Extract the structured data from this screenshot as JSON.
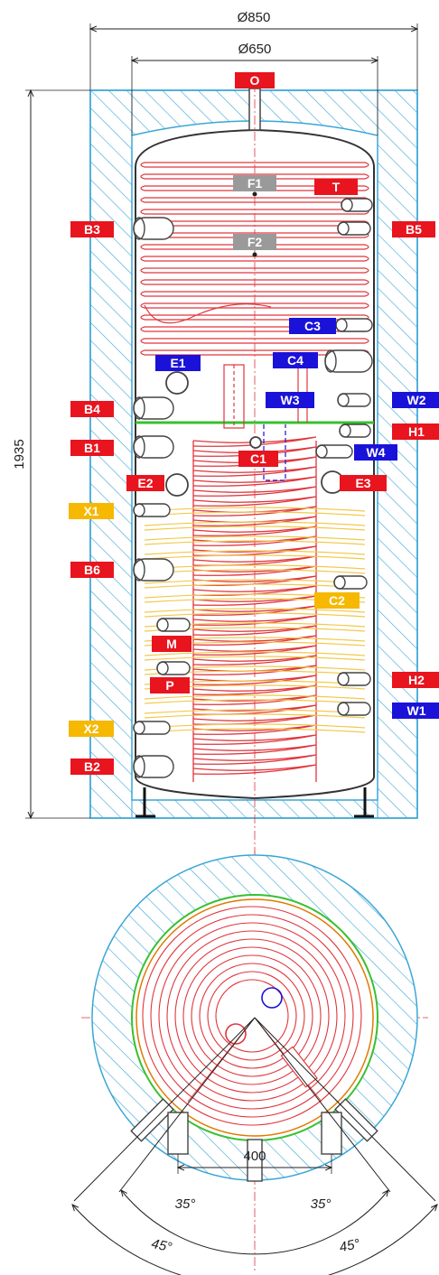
{
  "dimensions": {
    "outer_diameter": "Ø850",
    "inner_diameter": "Ø650",
    "height": "1935",
    "connection_spacing": "400",
    "angle_inner_left": "35°",
    "angle_inner_right": "35°",
    "angle_outer_left": "45°",
    "angle_outer_right": "45°"
  },
  "colors": {
    "red_label": "#e8141e",
    "blue_label": "#1a12d8",
    "gray_label": "#9a9a9a",
    "yellow_label": "#f6b800",
    "insulation": "#3aa6d6",
    "coil_red": "#e0363c",
    "coil_yellow": "#f2c94c",
    "divider_green": "#38c030"
  },
  "labels": [
    {
      "text": "O",
      "color": "red"
    },
    {
      "text": "F1",
      "color": "gray"
    },
    {
      "text": "T",
      "color": "red"
    },
    {
      "text": "B3",
      "color": "red"
    },
    {
      "text": "B5",
      "color": "red"
    },
    {
      "text": "F2",
      "color": "gray"
    },
    {
      "text": "C3",
      "color": "blue"
    },
    {
      "text": "E1",
      "color": "blue"
    },
    {
      "text": "C4",
      "color": "blue"
    },
    {
      "text": "W3",
      "color": "blue"
    },
    {
      "text": "W2",
      "color": "blue"
    },
    {
      "text": "B4",
      "color": "red"
    },
    {
      "text": "H1",
      "color": "red"
    },
    {
      "text": "B1",
      "color": "red"
    },
    {
      "text": "C1",
      "color": "red"
    },
    {
      "text": "W4",
      "color": "blue"
    },
    {
      "text": "E2",
      "color": "red"
    },
    {
      "text": "E3",
      "color": "red"
    },
    {
      "text": "X1",
      "color": "yellow"
    },
    {
      "text": "B6",
      "color": "red"
    },
    {
      "text": "C2",
      "color": "yellow"
    },
    {
      "text": "M",
      "color": "red"
    },
    {
      "text": "P",
      "color": "red"
    },
    {
      "text": "H2",
      "color": "red"
    },
    {
      "text": "W1",
      "color": "blue"
    },
    {
      "text": "X2",
      "color": "yellow"
    },
    {
      "text": "B2",
      "color": "red"
    }
  ]
}
